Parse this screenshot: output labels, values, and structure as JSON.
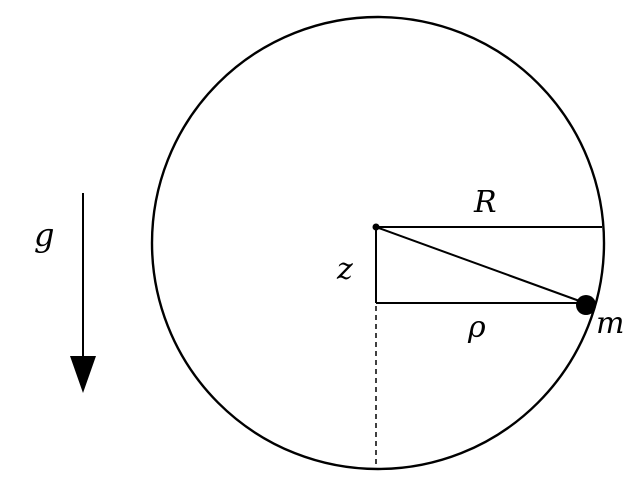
{
  "labels": {
    "gravity": "g",
    "radius": "R",
    "height": "z",
    "rho": "ρ",
    "mass": "m"
  },
  "colors": {
    "stroke": "#000000",
    "background": "#ffffff"
  }
}
